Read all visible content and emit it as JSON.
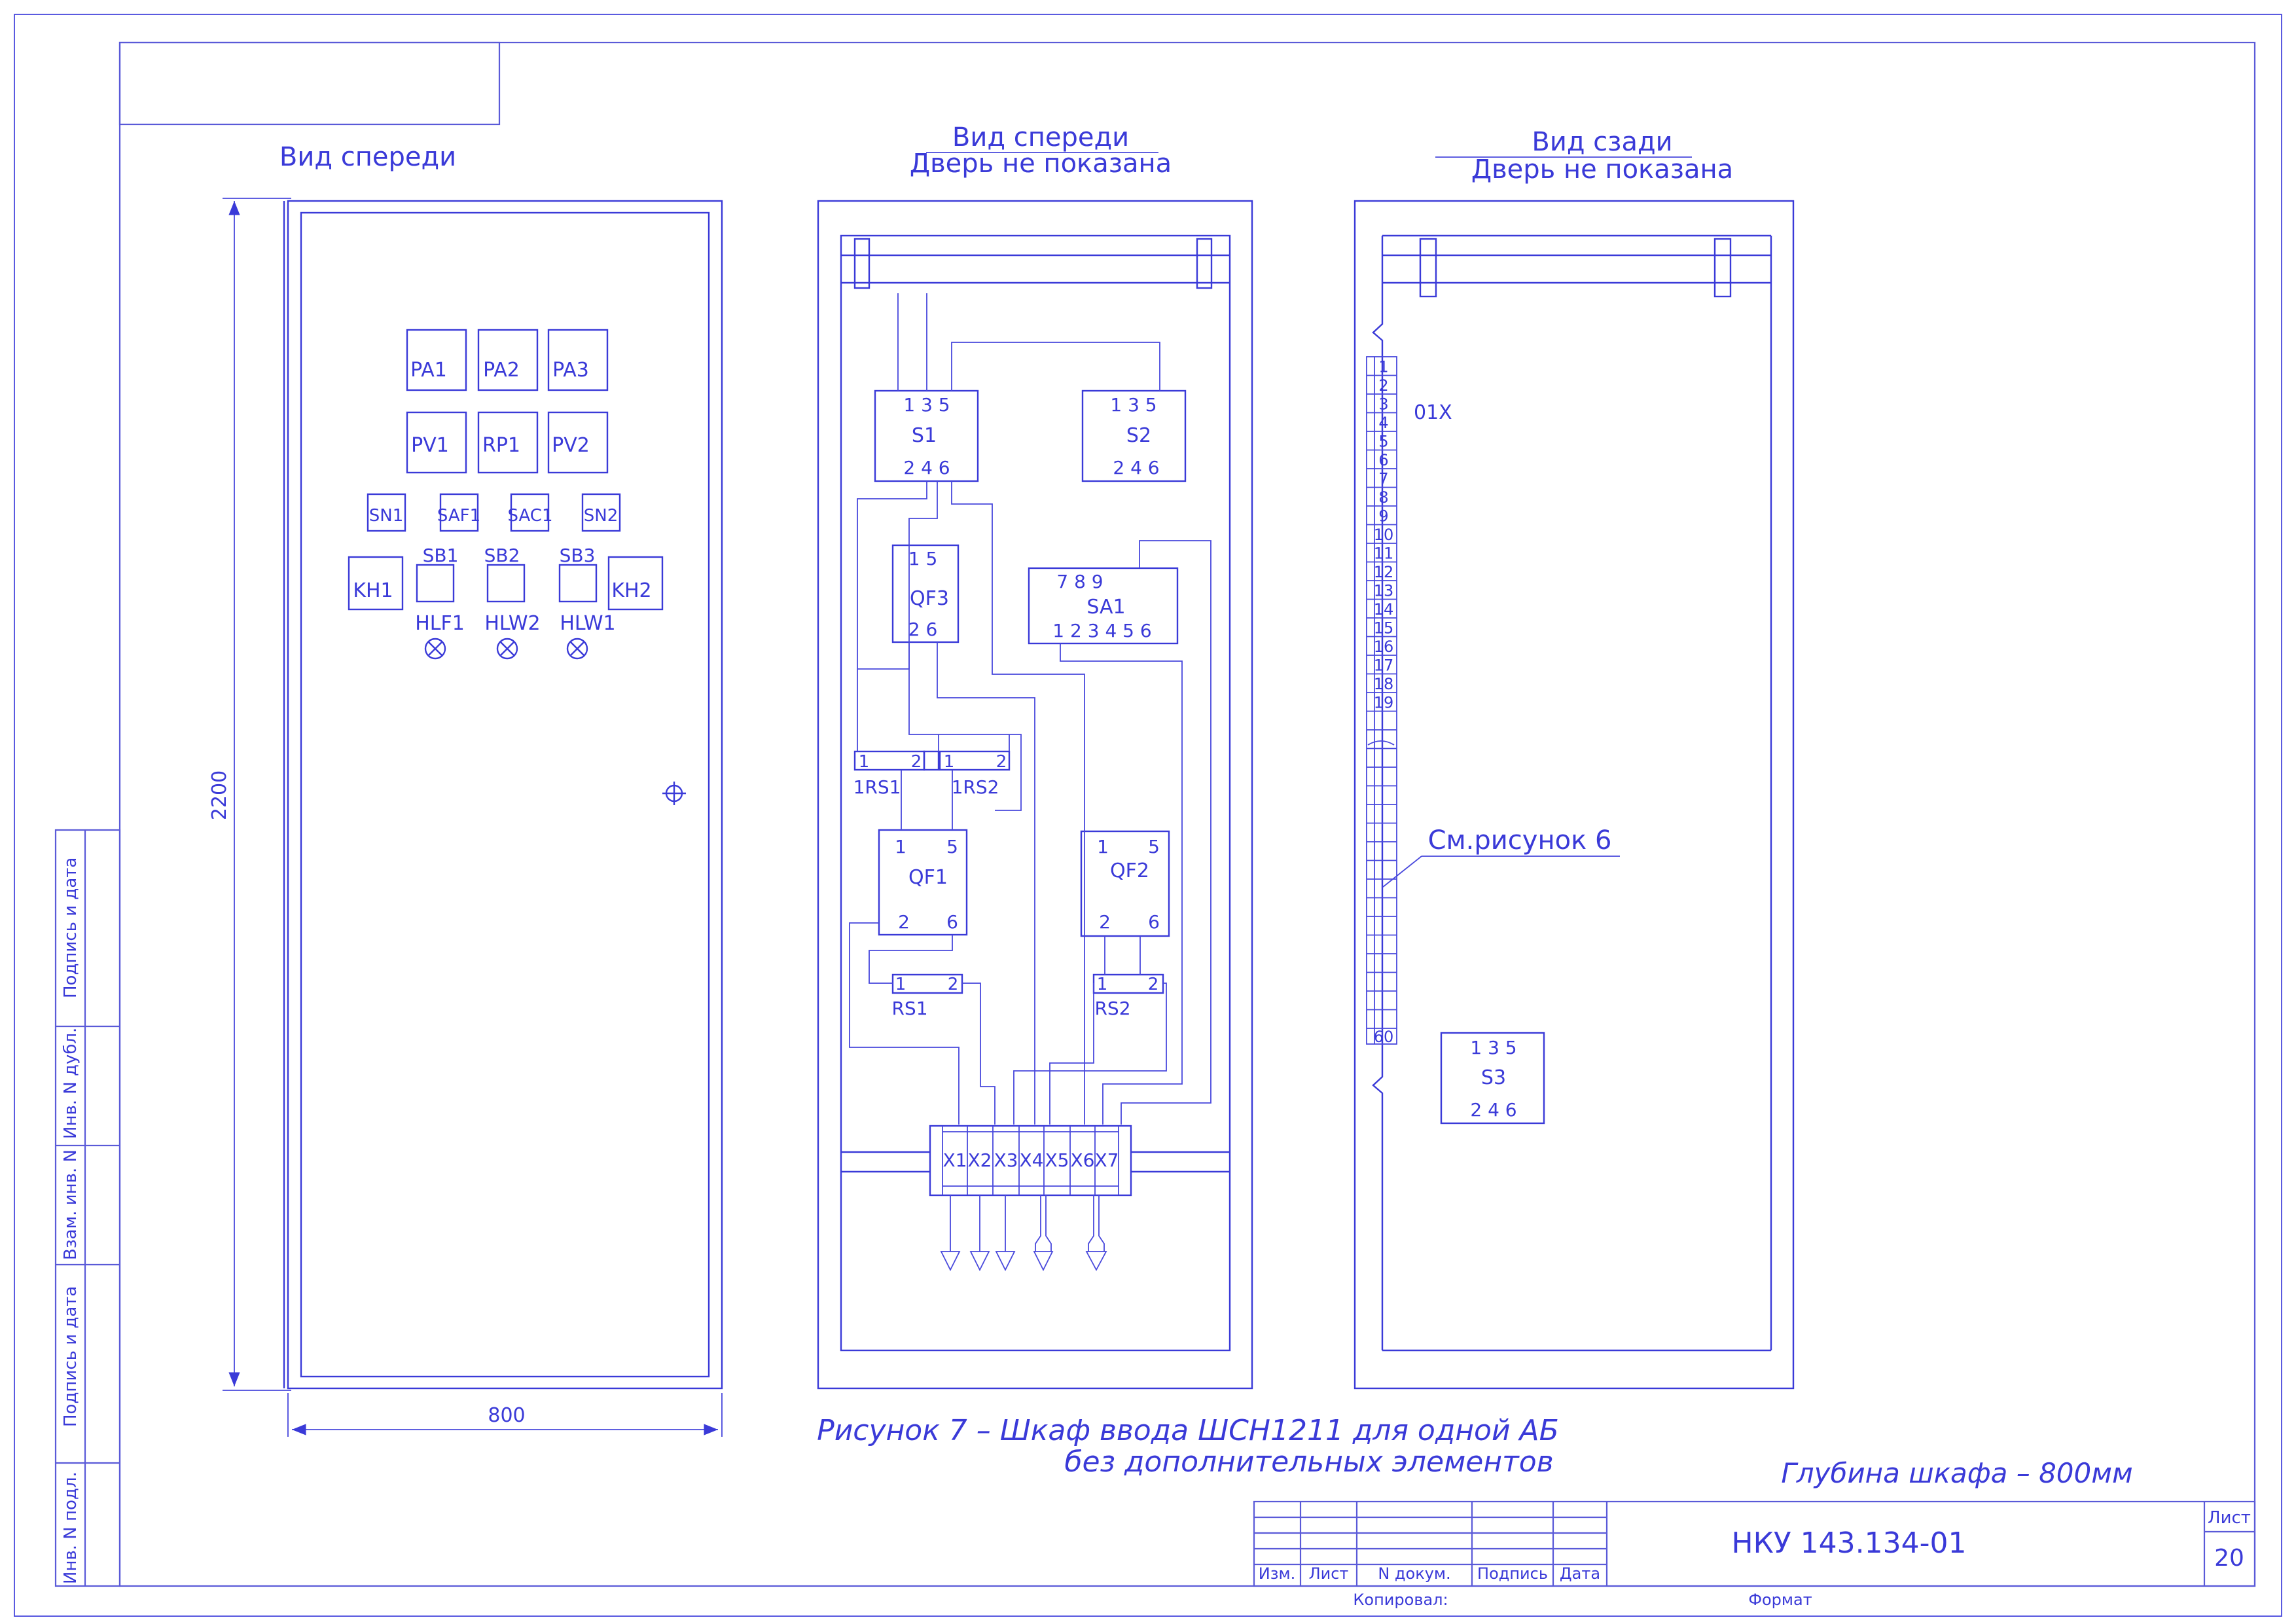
{
  "front_view": {
    "title": "Вид спереди",
    "height_dim": "2200",
    "width_dim": "800",
    "devices": [
      {
        "id": "pa1",
        "label": "PA1"
      },
      {
        "id": "pa2",
        "label": "PA2"
      },
      {
        "id": "pa3",
        "label": "PA3"
      },
      {
        "id": "pv1",
        "label": "PV1"
      },
      {
        "id": "rp1",
        "label": "RP1"
      },
      {
        "id": "pv2",
        "label": "PV2"
      },
      {
        "id": "sn1",
        "label": "SN1"
      },
      {
        "id": "saf1",
        "label": "SAF1"
      },
      {
        "id": "sac1",
        "label": "SAC1"
      },
      {
        "id": "sn2",
        "label": "SN2"
      },
      {
        "id": "kh1",
        "label": "KH1"
      },
      {
        "id": "kh2",
        "label": "KH2"
      }
    ],
    "buttons": [
      {
        "label": "SB1"
      },
      {
        "label": "SB2"
      },
      {
        "label": "SB3"
      }
    ],
    "lamps": [
      {
        "label": "HLF1"
      },
      {
        "label": "HLW2"
      },
      {
        "label": "HLW1"
      }
    ]
  },
  "front_view_open": {
    "title": "Вид спереди",
    "subtitle": "Дверь не показана",
    "s1": {
      "label": "S1",
      "top": "1 3 5",
      "bottom": "2 4 6"
    },
    "s2": {
      "label": "S2",
      "top": "1 3 5",
      "bottom": "2 4 6"
    },
    "qf3": {
      "label": "QF3",
      "top": "1 5",
      "bottom": "2 6"
    },
    "sa1": {
      "label": "SA1",
      "top": "7 8 9",
      "bottom": "1 2 3 4 5 6"
    },
    "rs_1": {
      "label": "1RS1",
      "p1": "1",
      "p2": "2"
    },
    "rs_2": {
      "label": "1RS2",
      "p1": "1",
      "p2": "2"
    },
    "qf1": {
      "label": "QF1",
      "t1": "1",
      "t5": "5",
      "b2": "2",
      "b6": "6"
    },
    "qf2": {
      "label": "QF2",
      "t1": "1",
      "t5": "5",
      "b2": "2",
      "b6": "6"
    },
    "rs1": {
      "label": "RS1",
      "p1": "1",
      "p2": "2"
    },
    "rs2": {
      "label": "RS2",
      "p1": "1",
      "p2": "2"
    },
    "terminals": [
      "X1",
      "X2",
      "X3",
      "X4",
      "X5",
      "X6",
      "X7"
    ]
  },
  "rear_view": {
    "title": "Вид сзади",
    "subtitle": "Дверь не показана",
    "strip_label": "01X",
    "strip_numbers": [
      "1",
      "2",
      "3",
      "4",
      "5",
      "6",
      "7",
      "8",
      "9",
      "10",
      "11",
      "12",
      "13",
      "14",
      "15",
      "16",
      "17",
      "18",
      "19"
    ],
    "strip_last": "60",
    "reference": "См.рисунок 6",
    "s3": {
      "label": "S3",
      "top": "1 3 5",
      "bottom": "2 4 6"
    }
  },
  "caption": {
    "line1": "Рисунок 7 – Шкаф ввода ШСН1211 для одной АБ",
    "line2": "без дополнительных элементов",
    "depth": "Глубина шкафа – 800мм"
  },
  "title_block": {
    "designation": "НКУ 143.134-01",
    "sheet_label": "Лист",
    "sheet_number": "20",
    "col_izm": "Изм.",
    "col_list": "Лист",
    "col_ndoc": "N докум.",
    "col_sign": "Подпись",
    "col_date": "Дата",
    "copied": "Копировал:",
    "format": "Формат"
  },
  "side_stamp": [
    "Подпись и дата",
    "Инв. N дубл.",
    "Взам. инв. N",
    "Подпись и дата",
    "Инв. N подл."
  ]
}
